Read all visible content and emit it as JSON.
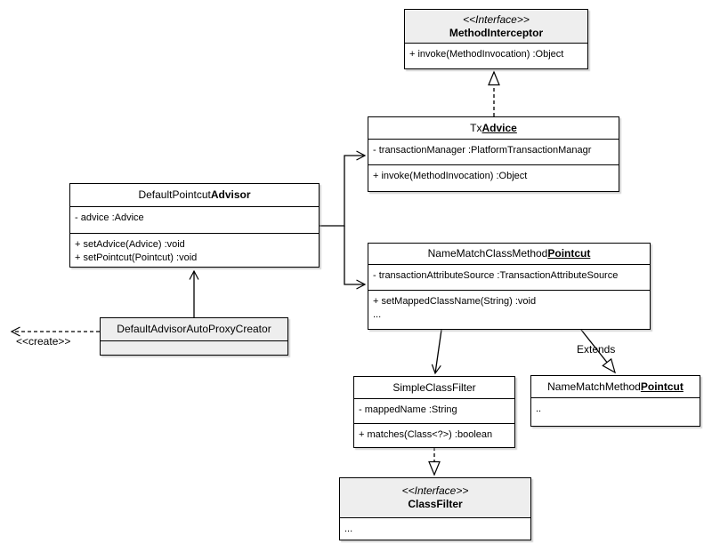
{
  "labels": {
    "extends": "Extends",
    "create": "<<create>>"
  },
  "colors": {
    "line": "#000000",
    "interface_header_fill": "#eeeeee",
    "class_fill": "#ffffff"
  },
  "classes": {
    "method_interceptor": {
      "stereotype": "<<Interface>>",
      "name": "MethodInterceptor",
      "methods": [
        "+ invoke(MethodInvocation) :Object"
      ]
    },
    "tx_advice": {
      "name_prefix": "Tx",
      "name_emph": "Advice",
      "attributes": [
        "- transactionManager :PlatformTransactionManagr"
      ],
      "methods": [
        "+ invoke(MethodInvocation) :Object"
      ]
    },
    "default_pointcut_advisor": {
      "name_prefix": "DefaultPointcut",
      "name_emph": "Advisor",
      "attributes": [
        "- advice :Advice"
      ],
      "methods": [
        "+ setAdvice(Advice) :void",
        "+ setPointcut(Pointcut) :void"
      ]
    },
    "name_match_class_method_pointcut": {
      "name_prefix": "NameMatchClassMethod",
      "name_emph": "Pointcut",
      "attributes": [
        "- transactionAttributeSource :TransactionAttributeSource"
      ],
      "methods": [
        "+ setMappedClassName(String) :void",
        "..."
      ]
    },
    "default_advisor_auto_proxy_creator": {
      "name": "DefaultAdvisorAutoProxyCreator"
    },
    "simple_class_filter": {
      "name": "SimpleClassFilter",
      "attributes": [
        "- mappedName :String"
      ],
      "methods": [
        "+ matches(Class<?>) :boolean"
      ]
    },
    "name_match_method_pointcut": {
      "name_prefix": "NameMatchMethod",
      "name_emph": "Pointcut",
      "body": ".."
    },
    "class_filter": {
      "stereotype": "<<Interface>>",
      "name": "ClassFilter",
      "body": "..."
    }
  }
}
